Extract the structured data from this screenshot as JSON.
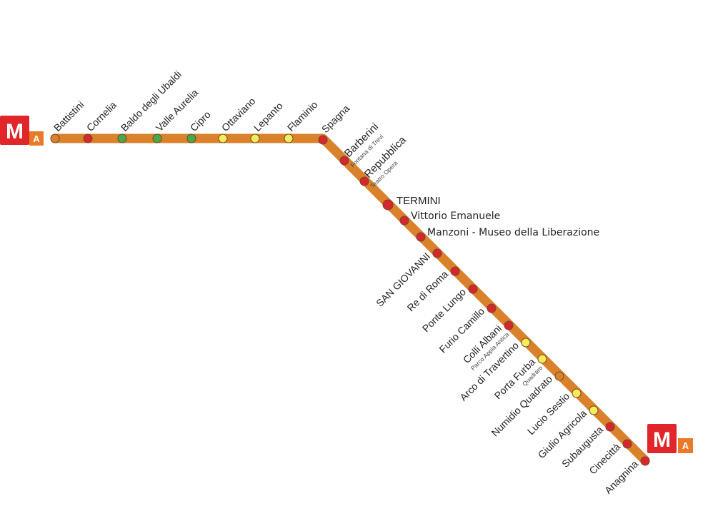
{
  "line": {
    "name": "A",
    "line_color": "#d9822b",
    "logo_color": "#e0262b",
    "badge_color": "#e87a2a",
    "logo_letter": "M"
  },
  "legend_colors": {
    "red": "#d8262e",
    "green": "#49a84a",
    "yellow": "#f4ec5a",
    "open": "#d9822b"
  },
  "stations": [
    {
      "name": "Battistini",
      "color": "open"
    },
    {
      "name": "Cornelia",
      "color": "red"
    },
    {
      "name": "Baldo degli Ubaldi",
      "color": "green"
    },
    {
      "name": "Valle Aurelia",
      "color": "green"
    },
    {
      "name": "Cipro",
      "color": "green"
    },
    {
      "name": "Ottaviano",
      "color": "yellow"
    },
    {
      "name": "Lepanto",
      "color": "yellow"
    },
    {
      "name": "Flaminio",
      "color": "yellow"
    },
    {
      "name": "Spagna",
      "color": "red"
    },
    {
      "name": "Barberini",
      "sub": "Fontana di Trevi",
      "color": "red"
    },
    {
      "name": "Repubblica",
      "sub": "Teatro Opera",
      "color": "red"
    },
    {
      "name": "TERMINI",
      "color": "red"
    },
    {
      "name": "Vittorio Emanuele",
      "color": "red"
    },
    {
      "name": "Manzoni - Museo della Liberazione",
      "color": "red"
    },
    {
      "name": "SAN GIOVANNI",
      "color": "red"
    },
    {
      "name": "Re di Roma",
      "color": "red"
    },
    {
      "name": "Ponte Lungo",
      "color": "red"
    },
    {
      "name": "Furio Camillo",
      "color": "red"
    },
    {
      "name": "Colli Albani",
      "sub": "Parco Appia Antica",
      "color": "red"
    },
    {
      "name": "Arco di Travertino",
      "color": "yellow"
    },
    {
      "name": "Porta Furba",
      "sub": "Quadraro",
      "color": "yellow"
    },
    {
      "name": "Numidio Quadrato",
      "color": "open"
    },
    {
      "name": "Lucio Sestio",
      "color": "yellow"
    },
    {
      "name": "Giulio Agricola",
      "color": "yellow"
    },
    {
      "name": "Subaugusta",
      "color": "red"
    },
    {
      "name": "Cinecittà",
      "color": "red"
    },
    {
      "name": "Anagnina",
      "color": "red"
    }
  ]
}
